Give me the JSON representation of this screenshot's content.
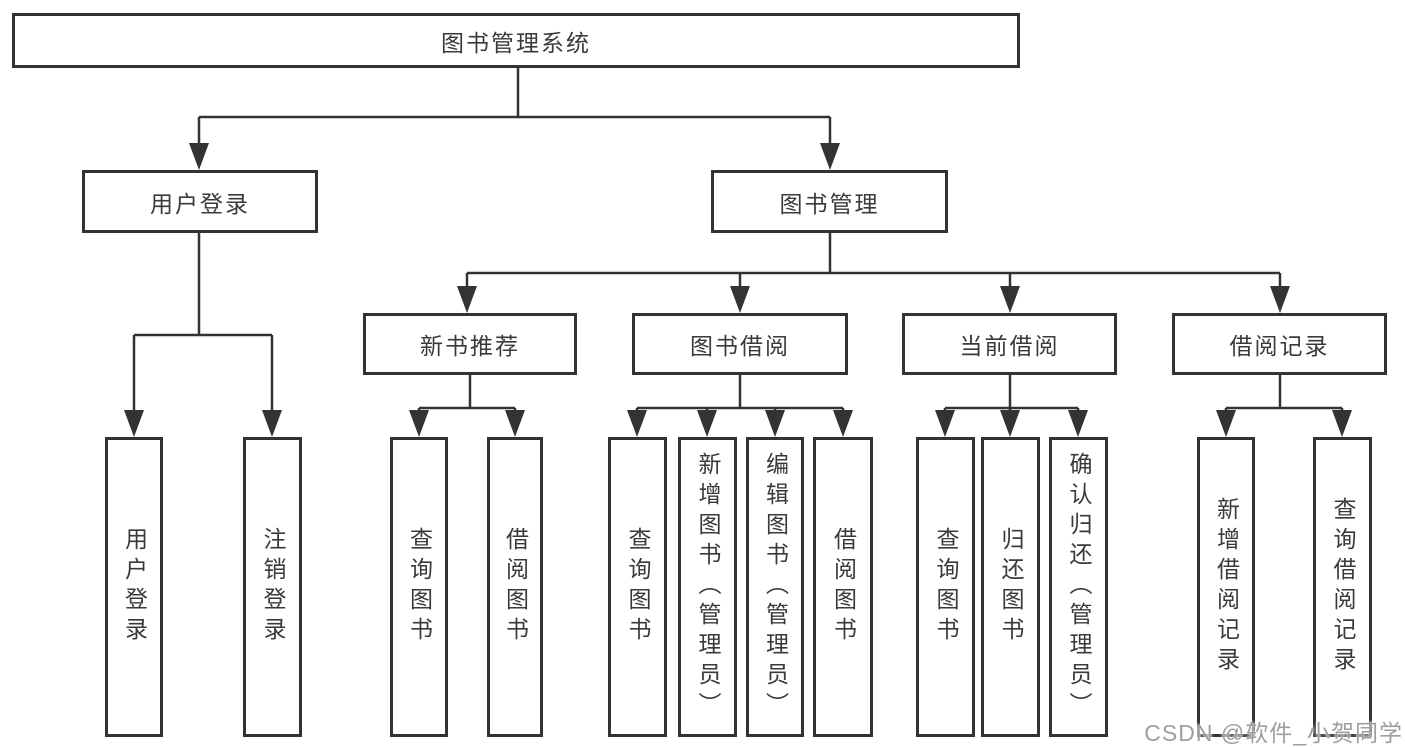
{
  "root": {
    "label": "图书管理系统",
    "children": [
      {
        "label": "用户登录",
        "children": [
          {
            "label": "用户登录"
          },
          {
            "label": "注销登录"
          }
        ]
      },
      {
        "label": "图书管理",
        "children": [
          {
            "label": "新书推荐",
            "children": [
              {
                "label": "查询图书"
              },
              {
                "label": "借阅图书"
              }
            ]
          },
          {
            "label": "图书借阅",
            "children": [
              {
                "label": "查询图书"
              },
              {
                "label": "新增图书（管理员）"
              },
              {
                "label": "编辑图书（管理员）"
              },
              {
                "label": "借阅图书"
              }
            ]
          },
          {
            "label": "当前借阅",
            "children": [
              {
                "label": "查询图书"
              },
              {
                "label": "归还图书"
              },
              {
                "label": "确认归还（管理员）"
              }
            ]
          },
          {
            "label": "借阅记录",
            "children": [
              {
                "label": "新增借阅记录"
              },
              {
                "label": "查询借阅记录"
              }
            ]
          }
        ]
      }
    ]
  },
  "watermark": "CSDN @软件_小贺同学",
  "colors": {
    "line": "#333333",
    "text": "#3a3a3a",
    "background": "#ffffff",
    "watermark": "#9e9e9e"
  }
}
